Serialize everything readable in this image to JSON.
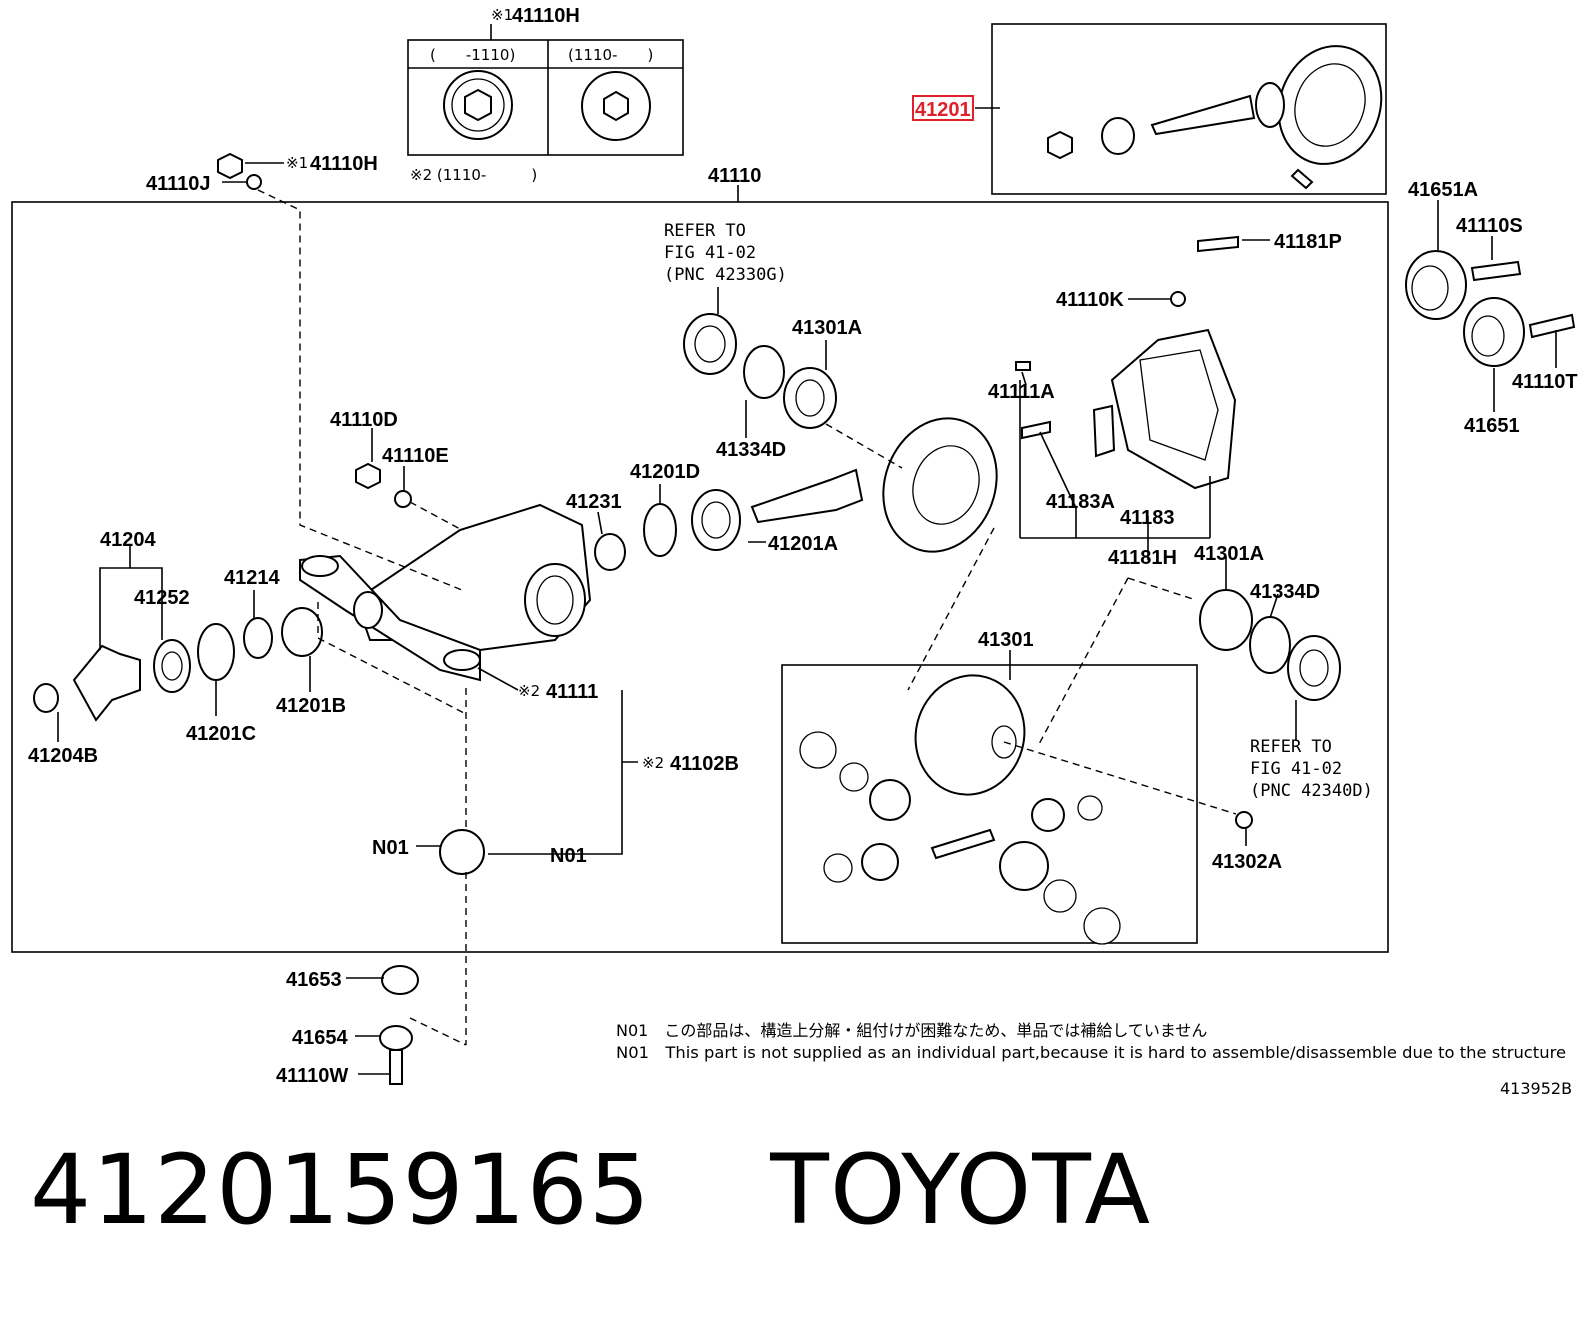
{
  "labels": {
    "l41110H_top": "41110H",
    "note1": "※1",
    "inset_col1": "(　　-1110)",
    "inset_col2": "(1110-　　)",
    "note2_range": "※2 (1110-　　　)",
    "l41110H": "41110H",
    "l41110J": "41110J",
    "l41110": "41110",
    "l41201": "41201",
    "l41651A": "41651A",
    "l41110S": "41110S",
    "l41181P": "41181P",
    "l41110K": "41110K",
    "l41110T": "41110T",
    "l41651": "41651",
    "ref1_line1": "REFER TO",
    "ref1_line2": "FIG 41-02",
    "ref1_line3": "(PNC 42330G)",
    "l41301A_top": "41301A",
    "l41111A": "41111A",
    "l41110D": "41110D",
    "l41110E": "41110E",
    "l41334D_top": "41334D",
    "l41201D": "41201D",
    "l41231": "41231",
    "l41183A": "41183A",
    "l41183": "41183",
    "l41201A": "41201A",
    "l41181H": "41181H",
    "l41301A_mid": "41301A",
    "l41204": "41204",
    "l41252": "41252",
    "l41214": "41214",
    "l41334D_mid": "41334D",
    "l41301": "41301",
    "l41111": "41111",
    "l41201B": "41201B",
    "l41204B": "41204B",
    "l41201C": "41201C",
    "l41102B": "41102B",
    "ref2_line1": "REFER TO",
    "ref2_line2": "FIG 41-02",
    "ref2_line3": "(PNC 42340D)",
    "n01_a": "N01",
    "n01_b": "N01",
    "l41302A": "41302A",
    "l41653": "41653",
    "l41654": "41654",
    "l41110W": "41110W"
  },
  "notes": {
    "jp": "N01　この部品は、構造上分解・組付けが困難なため、単品では補給していません",
    "en": "N01　This part is not supplied as an individual part,because it is hard to assemble/disassemble due to the structure",
    "fig_code": "413952B"
  },
  "footer": {
    "part_number": "4120159165",
    "brand": "TOYOTA"
  },
  "highlight_color": "#e0202a"
}
